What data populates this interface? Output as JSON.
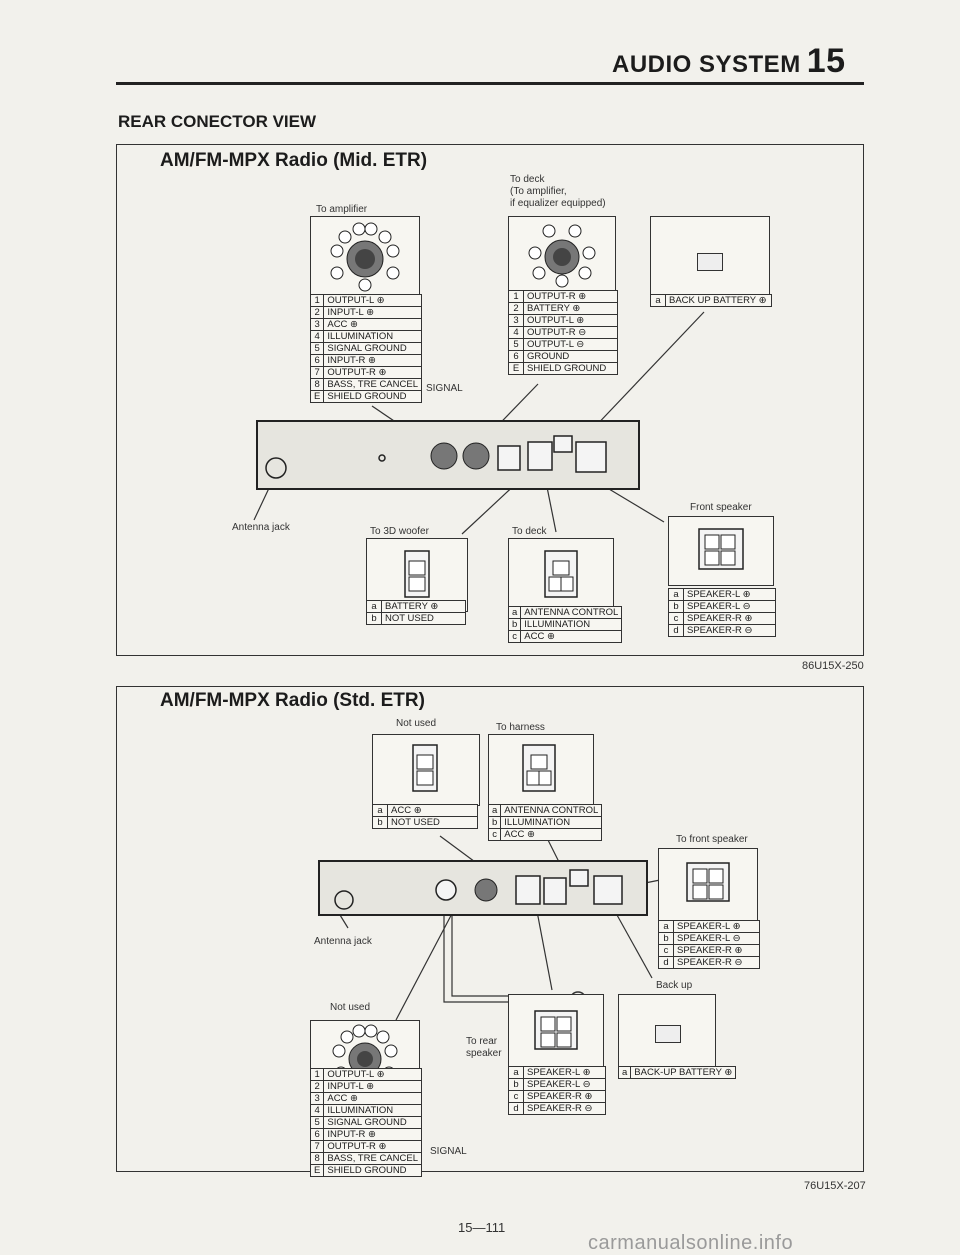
{
  "header": {
    "title": "AUDIO SYSTEM",
    "chapter": "15"
  },
  "section_title": "REAR CONECTOR VIEW",
  "panel_mid": {
    "title": "AM/FM-MPX Radio (Mid. ETR)",
    "code": "86U15X-250",
    "label_to_amplifier": "To amplifier",
    "label_to_deck_1": "To deck",
    "label_to_deck_2": "(To amplifier,",
    "label_to_deck_3": "if equalizer equipped)",
    "label_antenna": "Antenna jack",
    "label_3d_woofer": "To 3D woofer",
    "label_deck": "To deck",
    "label_front_speaker": "Front speaker",
    "suffix_signal": "SIGNAL",
    "amp_table": [
      [
        "1",
        "OUTPUT-L ⊕"
      ],
      [
        "2",
        "INPUT-L ⊕"
      ],
      [
        "3",
        "ACC ⊕"
      ],
      [
        "4",
        "ILLUMINATION"
      ],
      [
        "5",
        "SIGNAL GROUND"
      ],
      [
        "6",
        "INPUT-R ⊕"
      ],
      [
        "7",
        "OUTPUT-R ⊕"
      ],
      [
        "8",
        "BASS, TRE CANCEL"
      ],
      [
        "E",
        "SHIELD GROUND"
      ]
    ],
    "deck_table": [
      [
        "1",
        "OUTPUT-R ⊕"
      ],
      [
        "2",
        "BATTERY ⊕"
      ],
      [
        "3",
        "OUTPUT-L ⊕"
      ],
      [
        "4",
        "OUTPUT-R ⊖"
      ],
      [
        "5",
        "OUTPUT-L ⊖"
      ],
      [
        "6",
        "GROUND"
      ],
      [
        "E",
        "SHIELD GROUND"
      ]
    ],
    "backup_table": [
      [
        "a",
        "BACK UP BATTERY ⊕"
      ]
    ],
    "woofer_table": [
      [
        "a",
        "BATTERY ⊕"
      ],
      [
        "b",
        "NOT USED"
      ]
    ],
    "antenna_table": [
      [
        "a",
        "ANTENNA CONTROL"
      ],
      [
        "b",
        "ILLUMINATION"
      ],
      [
        "c",
        "ACC ⊕"
      ]
    ],
    "speaker_table": [
      [
        "a",
        "SPEAKER-L ⊕"
      ],
      [
        "b",
        "SPEAKER-L ⊖"
      ],
      [
        "c",
        "SPEAKER-R ⊕"
      ],
      [
        "d",
        "SPEAKER-R ⊖"
      ]
    ]
  },
  "panel_std": {
    "title": "AM/FM-MPX Radio (Std. ETR)",
    "code": "76U15X-207",
    "label_not_used_top": "Not used",
    "label_to_harness": "To harness",
    "label_to_front_speaker": "To front speaker",
    "label_antenna": "Antenna jack",
    "label_not_used_bottom": "Not used",
    "label_to_rear_1": "To rear",
    "label_to_rear_2": "speaker",
    "label_back_up": "Back up",
    "suffix_signal": "SIGNAL",
    "notused_table": [
      [
        "a",
        "ACC ⊕"
      ],
      [
        "b",
        "NOT USED"
      ]
    ],
    "harness_table": [
      [
        "a",
        "ANTENNA CONTROL"
      ],
      [
        "b",
        "ILLUMINATION"
      ],
      [
        "c",
        "ACC ⊕"
      ]
    ],
    "front_table": [
      [
        "a",
        "SPEAKER-L ⊕"
      ],
      [
        "b",
        "SPEAKER-L ⊖"
      ],
      [
        "c",
        "SPEAKER-R ⊕"
      ],
      [
        "d",
        "SPEAKER-R ⊖"
      ]
    ],
    "amp_table": [
      [
        "1",
        "OUTPUT-L ⊕"
      ],
      [
        "2",
        "INPUT-L ⊕"
      ],
      [
        "3",
        "ACC ⊕"
      ],
      [
        "4",
        "ILLUMINATION"
      ],
      [
        "5",
        "SIGNAL GROUND"
      ],
      [
        "6",
        "INPUT-R ⊕"
      ],
      [
        "7",
        "OUTPUT-R ⊕"
      ],
      [
        "8",
        "BASS, TRE CANCEL"
      ],
      [
        "E",
        "SHIELD GROUND"
      ]
    ],
    "rear_table": [
      [
        "a",
        "SPEAKER-L ⊕"
      ],
      [
        "b",
        "SPEAKER-L ⊖"
      ],
      [
        "c",
        "SPEAKER-R ⊕"
      ],
      [
        "d",
        "SPEAKER-R ⊖"
      ]
    ],
    "backup_table": [
      [
        "a",
        "BACK-UP BATTERY ⊕"
      ]
    ]
  },
  "page_number": "15—111",
  "watermark": "carmanualsonline.info"
}
